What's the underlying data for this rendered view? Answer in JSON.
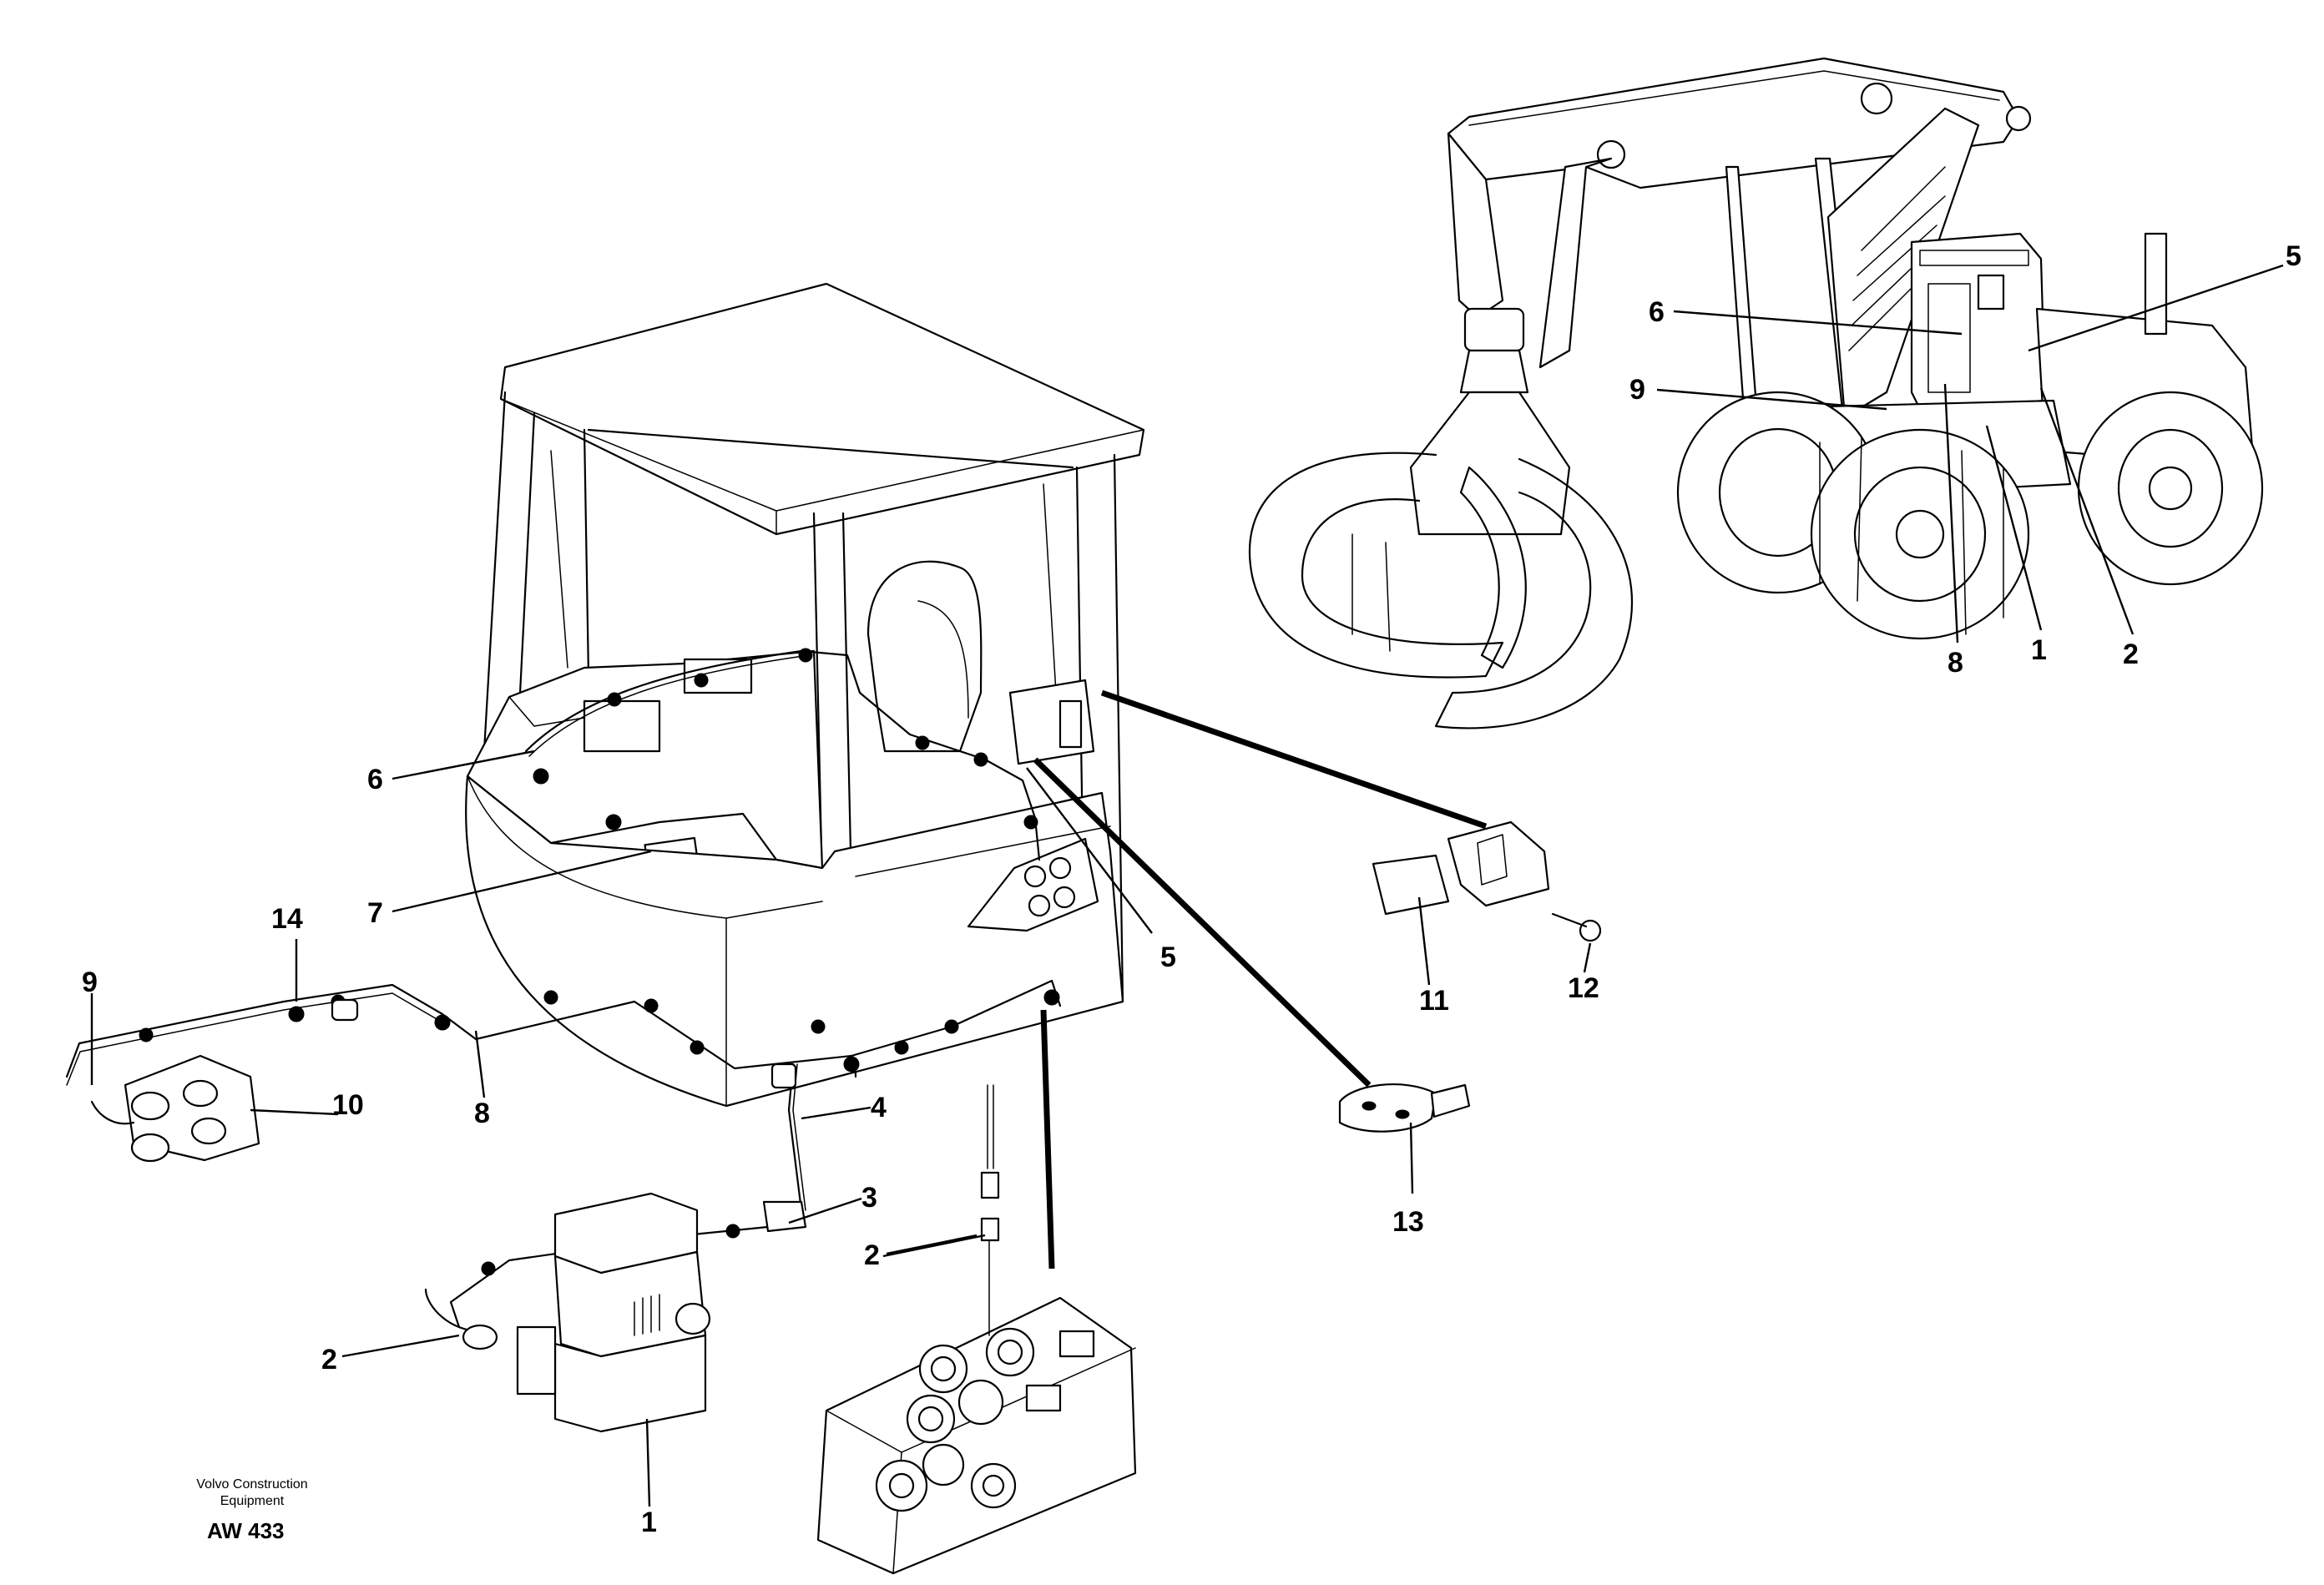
{
  "diagram": {
    "credit": {
      "company_line1": "Volvo Construction",
      "company_line2": "Equipment",
      "code": "AW 433"
    },
    "cab_callouts": {
      "c1": "1",
      "c2_switch": "2",
      "c2_panel": "2",
      "c3": "3",
      "c4": "4",
      "c5": "5",
      "c6": "6",
      "c7": "7",
      "c8": "8",
      "c9": "9",
      "c10": "10",
      "c11": "11",
      "c12": "12",
      "c13": "13",
      "c14": "14"
    },
    "machine_callouts": {
      "c5": "5",
      "c6": "6",
      "c9": "9",
      "c8": "8",
      "c1": "1",
      "c2": "2"
    }
  }
}
